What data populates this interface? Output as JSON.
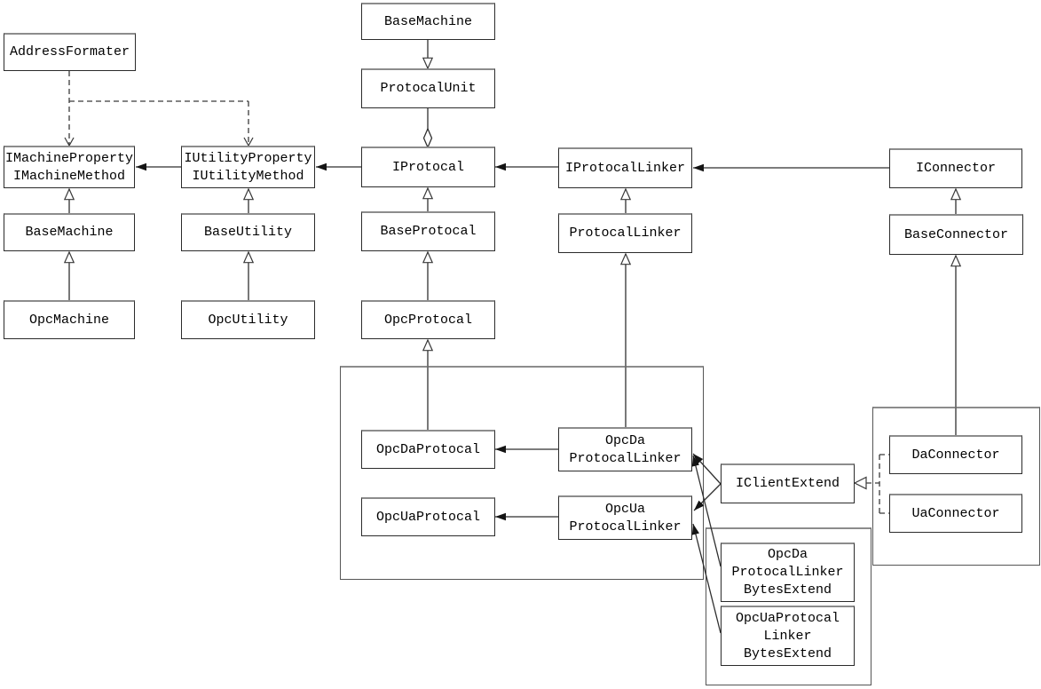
{
  "diagram": {
    "title": "OPC protocol class diagram",
    "type": "uml-class-diagram",
    "background_color": "#ffffff",
    "box_fill": "#ffffff",
    "box_border_color": "#2b2b2b",
    "box_border_shadow": "#8c8c8c",
    "line_color": "#3a3a3a",
    "nodes": {
      "address_formater": {
        "label": "AddressFormater"
      },
      "base_machine_top": {
        "label": "BaseMachine"
      },
      "protocal_unit": {
        "label": "ProtocalUnit"
      },
      "i_machine": {
        "label": "IMachineProperty\nIMachineMethod"
      },
      "i_utility": {
        "label": "IUtilityProperty\nIUtilityMethod"
      },
      "i_protocal": {
        "label": "IProtocal"
      },
      "i_protocal_linker": {
        "label": "IProtocalLinker"
      },
      "i_connector": {
        "label": "IConnector"
      },
      "base_machine": {
        "label": "BaseMachine"
      },
      "base_utility": {
        "label": "BaseUtility"
      },
      "base_protocal": {
        "label": "BaseProtocal"
      },
      "protocal_linker": {
        "label": "ProtocalLinker"
      },
      "base_connector": {
        "label": "BaseConnector"
      },
      "opc_machine": {
        "label": "OpcMachine"
      },
      "opc_utility": {
        "label": "OpcUtility"
      },
      "opc_protocal": {
        "label": "OpcProtocal"
      },
      "opc_da_protocal": {
        "label": "OpcDaProtocal"
      },
      "opc_da_linker": {
        "label": "OpcDa\nProtocalLinker"
      },
      "opc_ua_protocal": {
        "label": "OpcUaProtocal"
      },
      "opc_ua_linker": {
        "label": "OpcUa\nProtocalLinker"
      },
      "i_client_extend": {
        "label": "IClientExtend"
      },
      "da_connector": {
        "label": "DaConnector"
      },
      "ua_connector": {
        "label": "UaConnector"
      },
      "opc_da_bytes": {
        "label": "OpcDa\nProtocalLinker\nBytesExtend"
      },
      "opc_ua_bytes": {
        "label": "OpcUaProtocal\nLinker\nBytesExtend"
      }
    },
    "relationships": [
      {
        "from": "BaseMachine (top)",
        "to": "ProtocalUnit",
        "type": "generalization-arrow-down"
      },
      {
        "from": "ProtocalUnit",
        "to": "IProtocal",
        "type": "aggregation-hollow-diamond"
      },
      {
        "from": "IProtocalLinker",
        "to": "IProtocal",
        "type": "association-filled-arrow"
      },
      {
        "from": "IConnector",
        "to": "IProtocalLinker",
        "type": "association-filled-arrow"
      },
      {
        "from": "IProtocal",
        "to": "IUtilityProperty/IUtilityMethod",
        "type": "association-filled-arrow"
      },
      {
        "from": "IUtilityProperty/IUtilityMethod",
        "to": "IMachineProperty/IMachineMethod",
        "type": "association-filled-arrow"
      },
      {
        "from": "AddressFormater",
        "to": "IMachineProperty/IMachineMethod",
        "type": "dependency-dashed"
      },
      {
        "from": "AddressFormater",
        "to": "IUtilityProperty/IUtilityMethod",
        "type": "dependency-dashed"
      },
      {
        "from": "BaseMachine",
        "to": "IMachineProperty/IMachineMethod",
        "type": "generalization"
      },
      {
        "from": "OpcMachine",
        "to": "BaseMachine",
        "type": "generalization"
      },
      {
        "from": "BaseUtility",
        "to": "IUtilityProperty/IUtilityMethod",
        "type": "generalization"
      },
      {
        "from": "OpcUtility",
        "to": "BaseUtility",
        "type": "generalization"
      },
      {
        "from": "BaseProtocal",
        "to": "IProtocal",
        "type": "generalization"
      },
      {
        "from": "OpcProtocal",
        "to": "BaseProtocal",
        "type": "generalization"
      },
      {
        "from": "OpcDaProtocal",
        "to": "OpcProtocal",
        "type": "generalization"
      },
      {
        "from": "ProtocalLinker",
        "to": "IProtocalLinker",
        "type": "generalization"
      },
      {
        "from": "OpcDa ProtocalLinker",
        "to": "ProtocalLinker",
        "type": "generalization"
      },
      {
        "from": "BaseConnector",
        "to": "IConnector",
        "type": "generalization"
      },
      {
        "from": "DaConnector",
        "to": "BaseConnector",
        "type": "generalization"
      },
      {
        "from": "OpcDa ProtocalLinker",
        "to": "OpcDaProtocal",
        "type": "association-filled-arrow"
      },
      {
        "from": "OpcUa ProtocalLinker",
        "to": "OpcUaProtocal",
        "type": "association-filled-arrow"
      },
      {
        "from": "IClientExtend",
        "to": "OpcDa ProtocalLinker",
        "type": "association-filled-arrow"
      },
      {
        "from": "IClientExtend",
        "to": "OpcUa ProtocalLinker",
        "type": "association-filled-arrow"
      },
      {
        "from": "OpcDa ProtocalLinker BytesExtend",
        "to": "OpcDa ProtocalLinker",
        "type": "association-filled-arrow"
      },
      {
        "from": "OpcUaProtocal Linker BytesExtend",
        "to": "OpcUa ProtocalLinker",
        "type": "association-filled-arrow"
      },
      {
        "from": "DaConnector",
        "to": "IClientExtend",
        "type": "realization-dashed-hollow-triangle"
      },
      {
        "from": "UaConnector",
        "to": "IClientExtend",
        "type": "realization-dashed-hollow-triangle"
      }
    ]
  }
}
